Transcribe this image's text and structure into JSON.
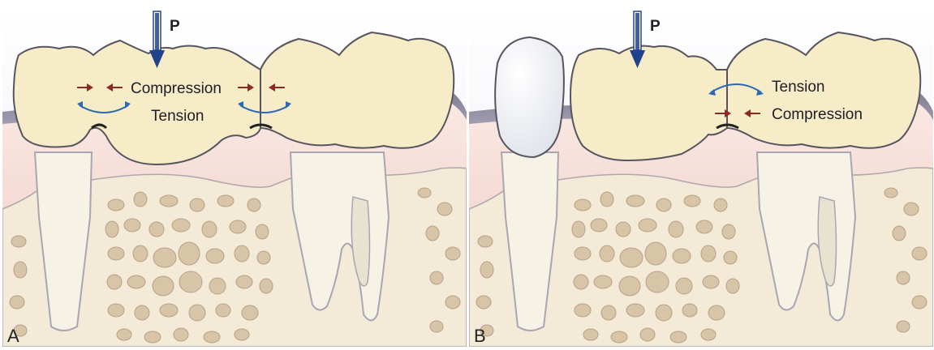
{
  "panels": [
    {
      "letter": "A",
      "load_label": "P",
      "labels": {
        "compression": "Compression",
        "tension": "Tension"
      }
    },
    {
      "letter": "B",
      "load_label": "P",
      "labels": {
        "tension": "Tension",
        "compression": "Compression"
      }
    }
  ],
  "colors": {
    "crown": "#f7ecc8",
    "gingiva": "#f0d6d0",
    "bone": "#f3ead7",
    "trabecula": "#d8c4a6",
    "root": "#f6f3e6",
    "load_arrow": "#23428e",
    "compression_arrow": "#8e2a25",
    "tension_arrow": "#2c69b3"
  }
}
